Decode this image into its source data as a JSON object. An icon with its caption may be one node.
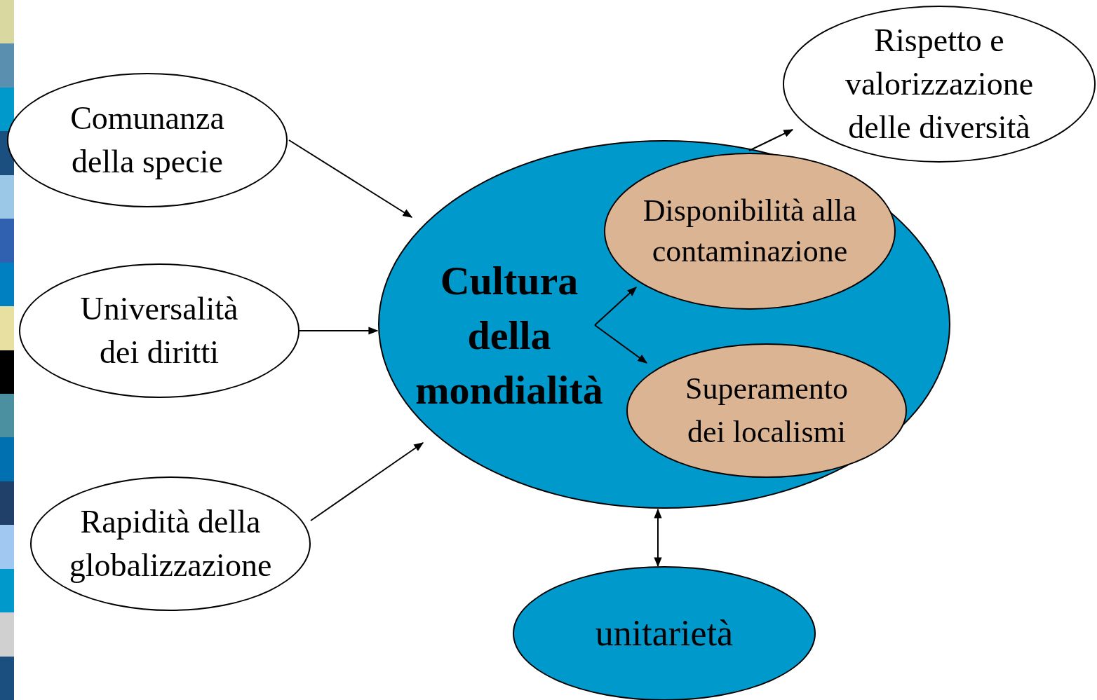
{
  "diagram": {
    "nodes": [
      {
        "text": [
          "Comunanza della specie"
        ]
      },
      {
        "text": [
          "Universalità dei diritti"
        ]
      },
      {
        "text": [
          "Rapidità della globalizzazione"
        ]
      },
      {
        "text": [
          "Cultura della mondialità"
        ]
      },
      {
        "text": [
          "Disponibilità alla contaminazione"
        ],
        "in": 3
      },
      {
        "text": [
          "Superamento dei localismi"
        ],
        "in": 3
      },
      {
        "text": [
          "Rispetto e valorizzazione delle diversità"
        ]
      },
      {
        "text": [
          "unitarietà"
        ]
      }
    ],
    "edges": [
      {
        "from": 0,
        "to": 3,
        "arrow": "to"
      },
      {
        "from": 1,
        "to": 3,
        "arrow": "to"
      },
      {
        "from": 2,
        "to": 3,
        "arrow": "to"
      },
      {
        "from": null,
        "to": 4,
        "arrow": "to"
      },
      {
        "from": null,
        "to": 5,
        "arrow": "to"
      },
      {
        "from": 4,
        "to": 6,
        "arrow": "to"
      },
      {
        "from": 3,
        "to": 7,
        "arrow": "both"
      }
    ]
  }
}
